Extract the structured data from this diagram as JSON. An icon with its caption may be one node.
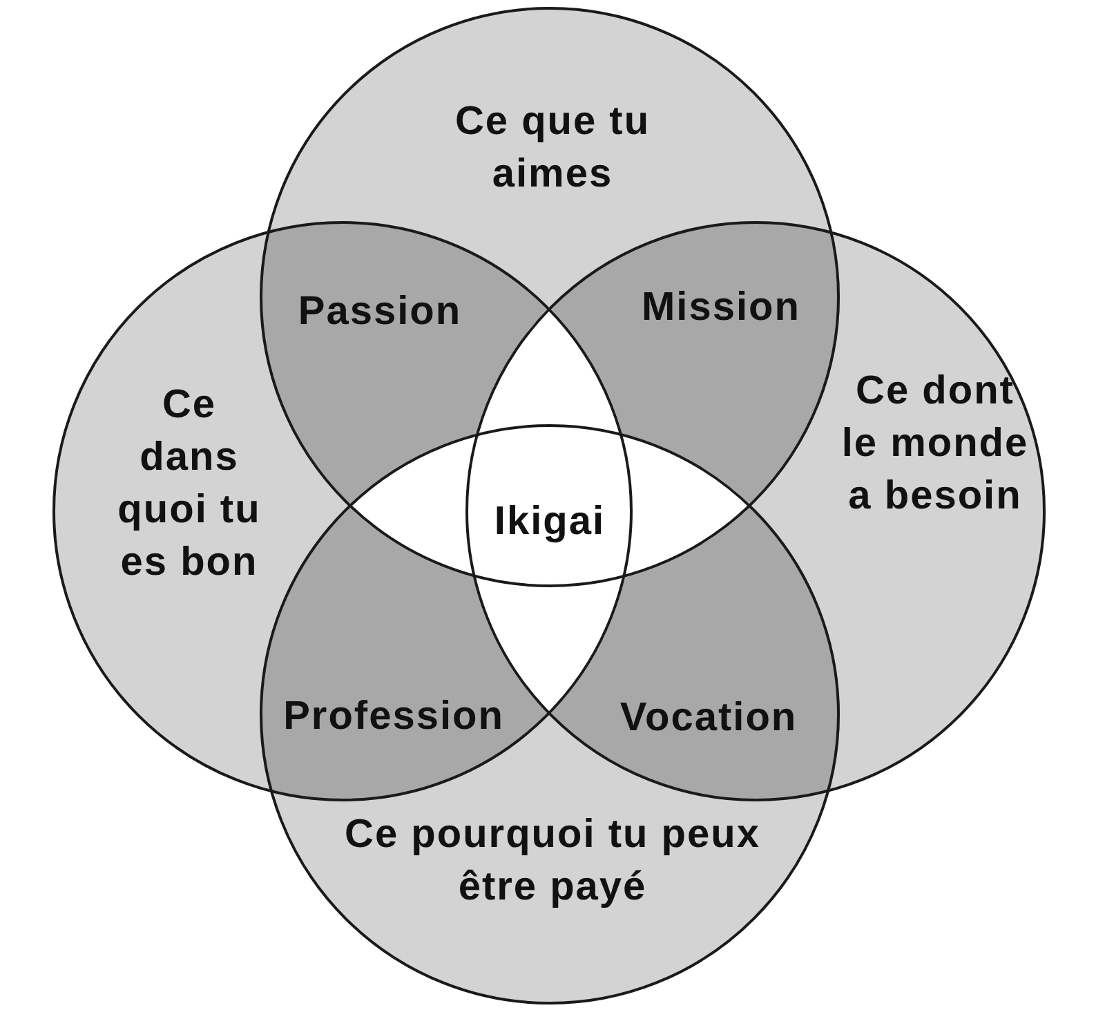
{
  "diagram": {
    "nodes": [
      {
        "text": [
          "Ce que tu aimes"
        ]
      },
      {
        "text": [
          "Ce dans quoi tu es bon"
        ]
      },
      {
        "text": [
          "Ce dont le monde a besoin"
        ]
      },
      {
        "text": [
          "Ce pourquoi tu peux être payé"
        ]
      }
    ],
    "labels": [
      "Passion",
      "Mission",
      "Ikigai",
      "Profession",
      "Vocation"
    ]
  }
}
